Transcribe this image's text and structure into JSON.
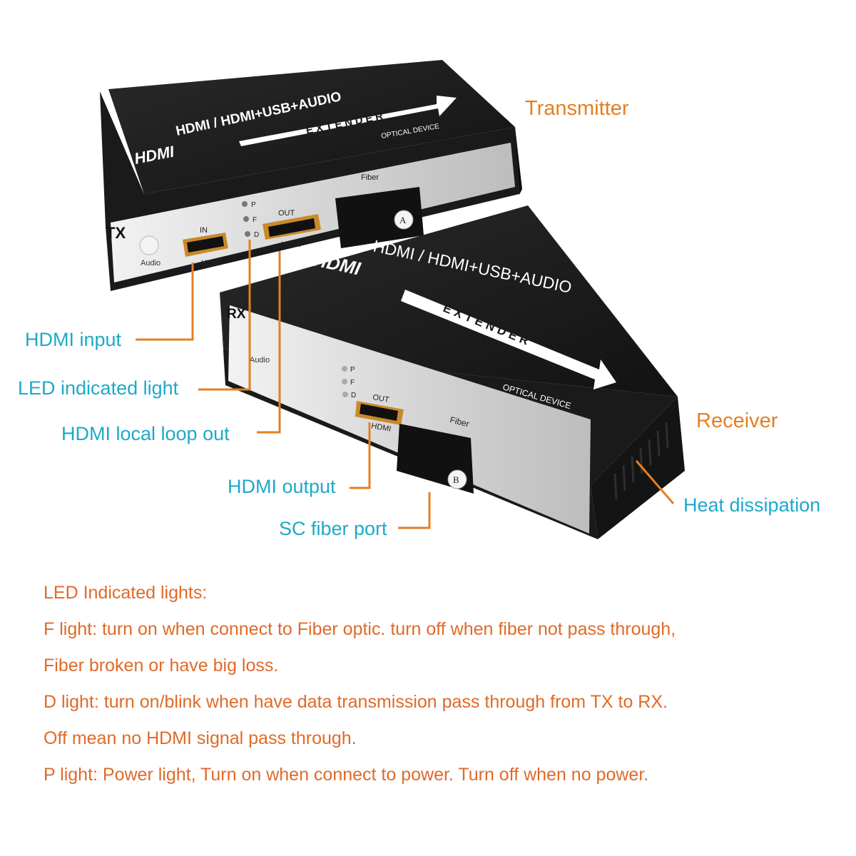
{
  "devices": {
    "transmitter": {
      "heading": "Transmitter",
      "tag": "TX",
      "top_title": "HDMI / HDMI+USB+AUDIO",
      "extender": "EXTENDER",
      "logo": "HDMI",
      "optical": "OPTICAL DEVICE",
      "audio": "Audio",
      "in_label": "IN",
      "hdmi_label": "HDMI",
      "out_label": "OUT",
      "hdmi_out_label": "HDMI",
      "fiber_label": "Fiber",
      "fiber_mark": "A",
      "led_p": "P",
      "led_f": "F",
      "led_d": "D"
    },
    "receiver": {
      "heading": "Receiver",
      "tag": "RX",
      "top_title": "HDMI / HDMI+USB+AUDIO",
      "extender": "EXTENDER",
      "logo": "HDMI",
      "optical": "OPTICAL DEVICE",
      "audio": "Audio",
      "out_label": "OUT",
      "hdmi_label": "HDMI",
      "fiber_label": "Fiber",
      "fiber_mark": "B",
      "led_p": "P",
      "led_f": "F",
      "led_d": "D"
    }
  },
  "callouts": {
    "hdmi_input": "HDMI input",
    "led_light": "LED indicated light",
    "loop_out": "HDMI local loop out",
    "hdmi_output": "HDMI output",
    "sc_port": "SC fiber port",
    "heat": "Heat dissipation"
  },
  "notes": [
    "LED Indicated lights:",
    "F light: turn on when connect to Fiber optic. turn off when fiber not pass through,",
    "Fiber broken or have big loss.",
    "D light: turn on/blink when have data transmission pass through from TX to RX.",
    "Off mean no HDMI signal pass through.",
    "P light: Power light, Turn on when connect to power. Turn off when no power."
  ],
  "colors": {
    "callout_text": "#1ea9c9",
    "leader_line": "#e67e22",
    "heading": "#e67e22",
    "notes": "#e06a28",
    "case": "#1c1c1c",
    "panel": "#d4d4d4"
  }
}
